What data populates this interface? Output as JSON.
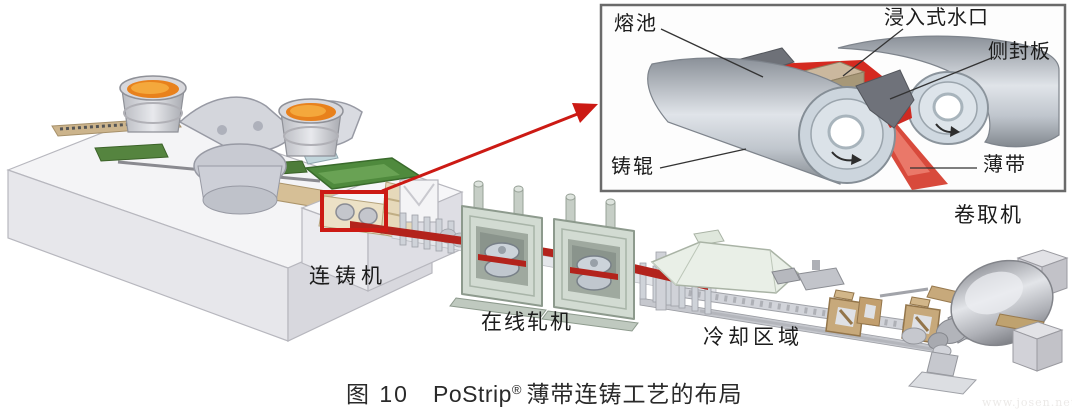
{
  "figure": {
    "caption": {
      "figure_no": "图 10",
      "process_name": "PoStrip",
      "registered_mark": "®",
      "title_suffix": "薄带连铸工艺的布局"
    },
    "watermark": "www.josen.net"
  },
  "machine_labels": {
    "caster": "连铸机",
    "inline_mill": "在线轧机",
    "cooling_zone": "冷却区域",
    "coiler": "卷取机"
  },
  "inset": {
    "labels": {
      "melt_pool": "熔池",
      "submerged_nozzle": "浸入式水口",
      "side_dam": "侧封板",
      "casting_roll": "铸辊",
      "thin_strip": "薄带"
    }
  },
  "colors": {
    "accent_red": "#cc1a14",
    "strip_red": "#b3231c",
    "melt_red": "#d42a20",
    "molten_orange": "#e8811c",
    "machine_green": "#4f8a3d",
    "tan": "#c7a97b",
    "mill_housing": "#d2dbd2"
  }
}
